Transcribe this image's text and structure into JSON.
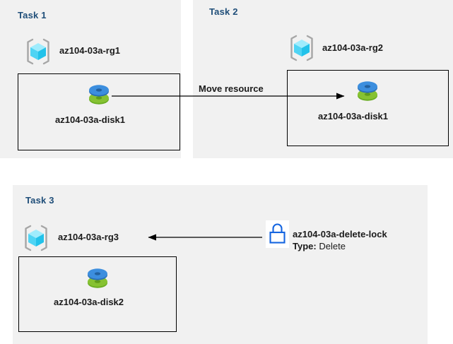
{
  "diagram": {
    "title": "Azure resource group tasks diagram",
    "background_color": "#ffffff",
    "panel_color": "#f1f1f1",
    "heading_color": "#1f4e79",
    "accent_blue": "#1565e0",
    "disk_blue": "#3a8dde",
    "disk_green": "#7cb82f",
    "cube_cyan": "#8fe8fb"
  },
  "tasks": [
    {
      "heading": "Task 1",
      "resource_group": "az104-03a-rg1",
      "resource": "az104-03a-disk1"
    },
    {
      "heading": "Task 2",
      "resource_group": "az104-03a-rg2",
      "resource": "az104-03a-disk1"
    },
    {
      "heading": "Task 3",
      "resource_group": "az104-03a-rg3",
      "resource": "az104-03a-disk2",
      "lock_name": "az104-03a-delete-lock",
      "lock_type_label": "Type:",
      "lock_type_value": "Delete"
    }
  ],
  "connectors": {
    "move_resource_label": "Move resource",
    "move_resource_direction": "right",
    "lock_direction": "left"
  },
  "icons": {
    "resource_group": "resource-group-cube-icon",
    "disk": "managed-disk-icon",
    "lock": "padlock-icon"
  }
}
